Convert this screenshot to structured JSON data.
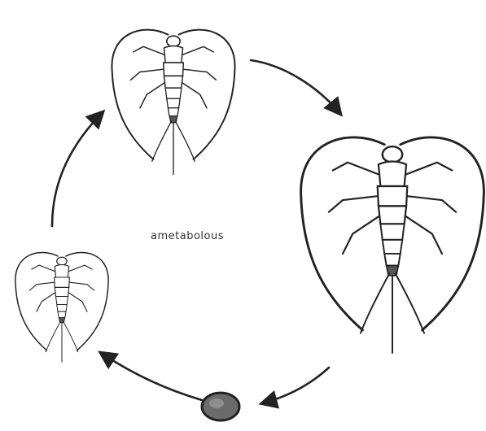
{
  "diagram": {
    "center_label": "ametabolous",
    "stages": [
      {
        "id": "egg"
      },
      {
        "id": "young-nymph"
      },
      {
        "id": "older-nymph"
      },
      {
        "id": "adult"
      }
    ]
  }
}
